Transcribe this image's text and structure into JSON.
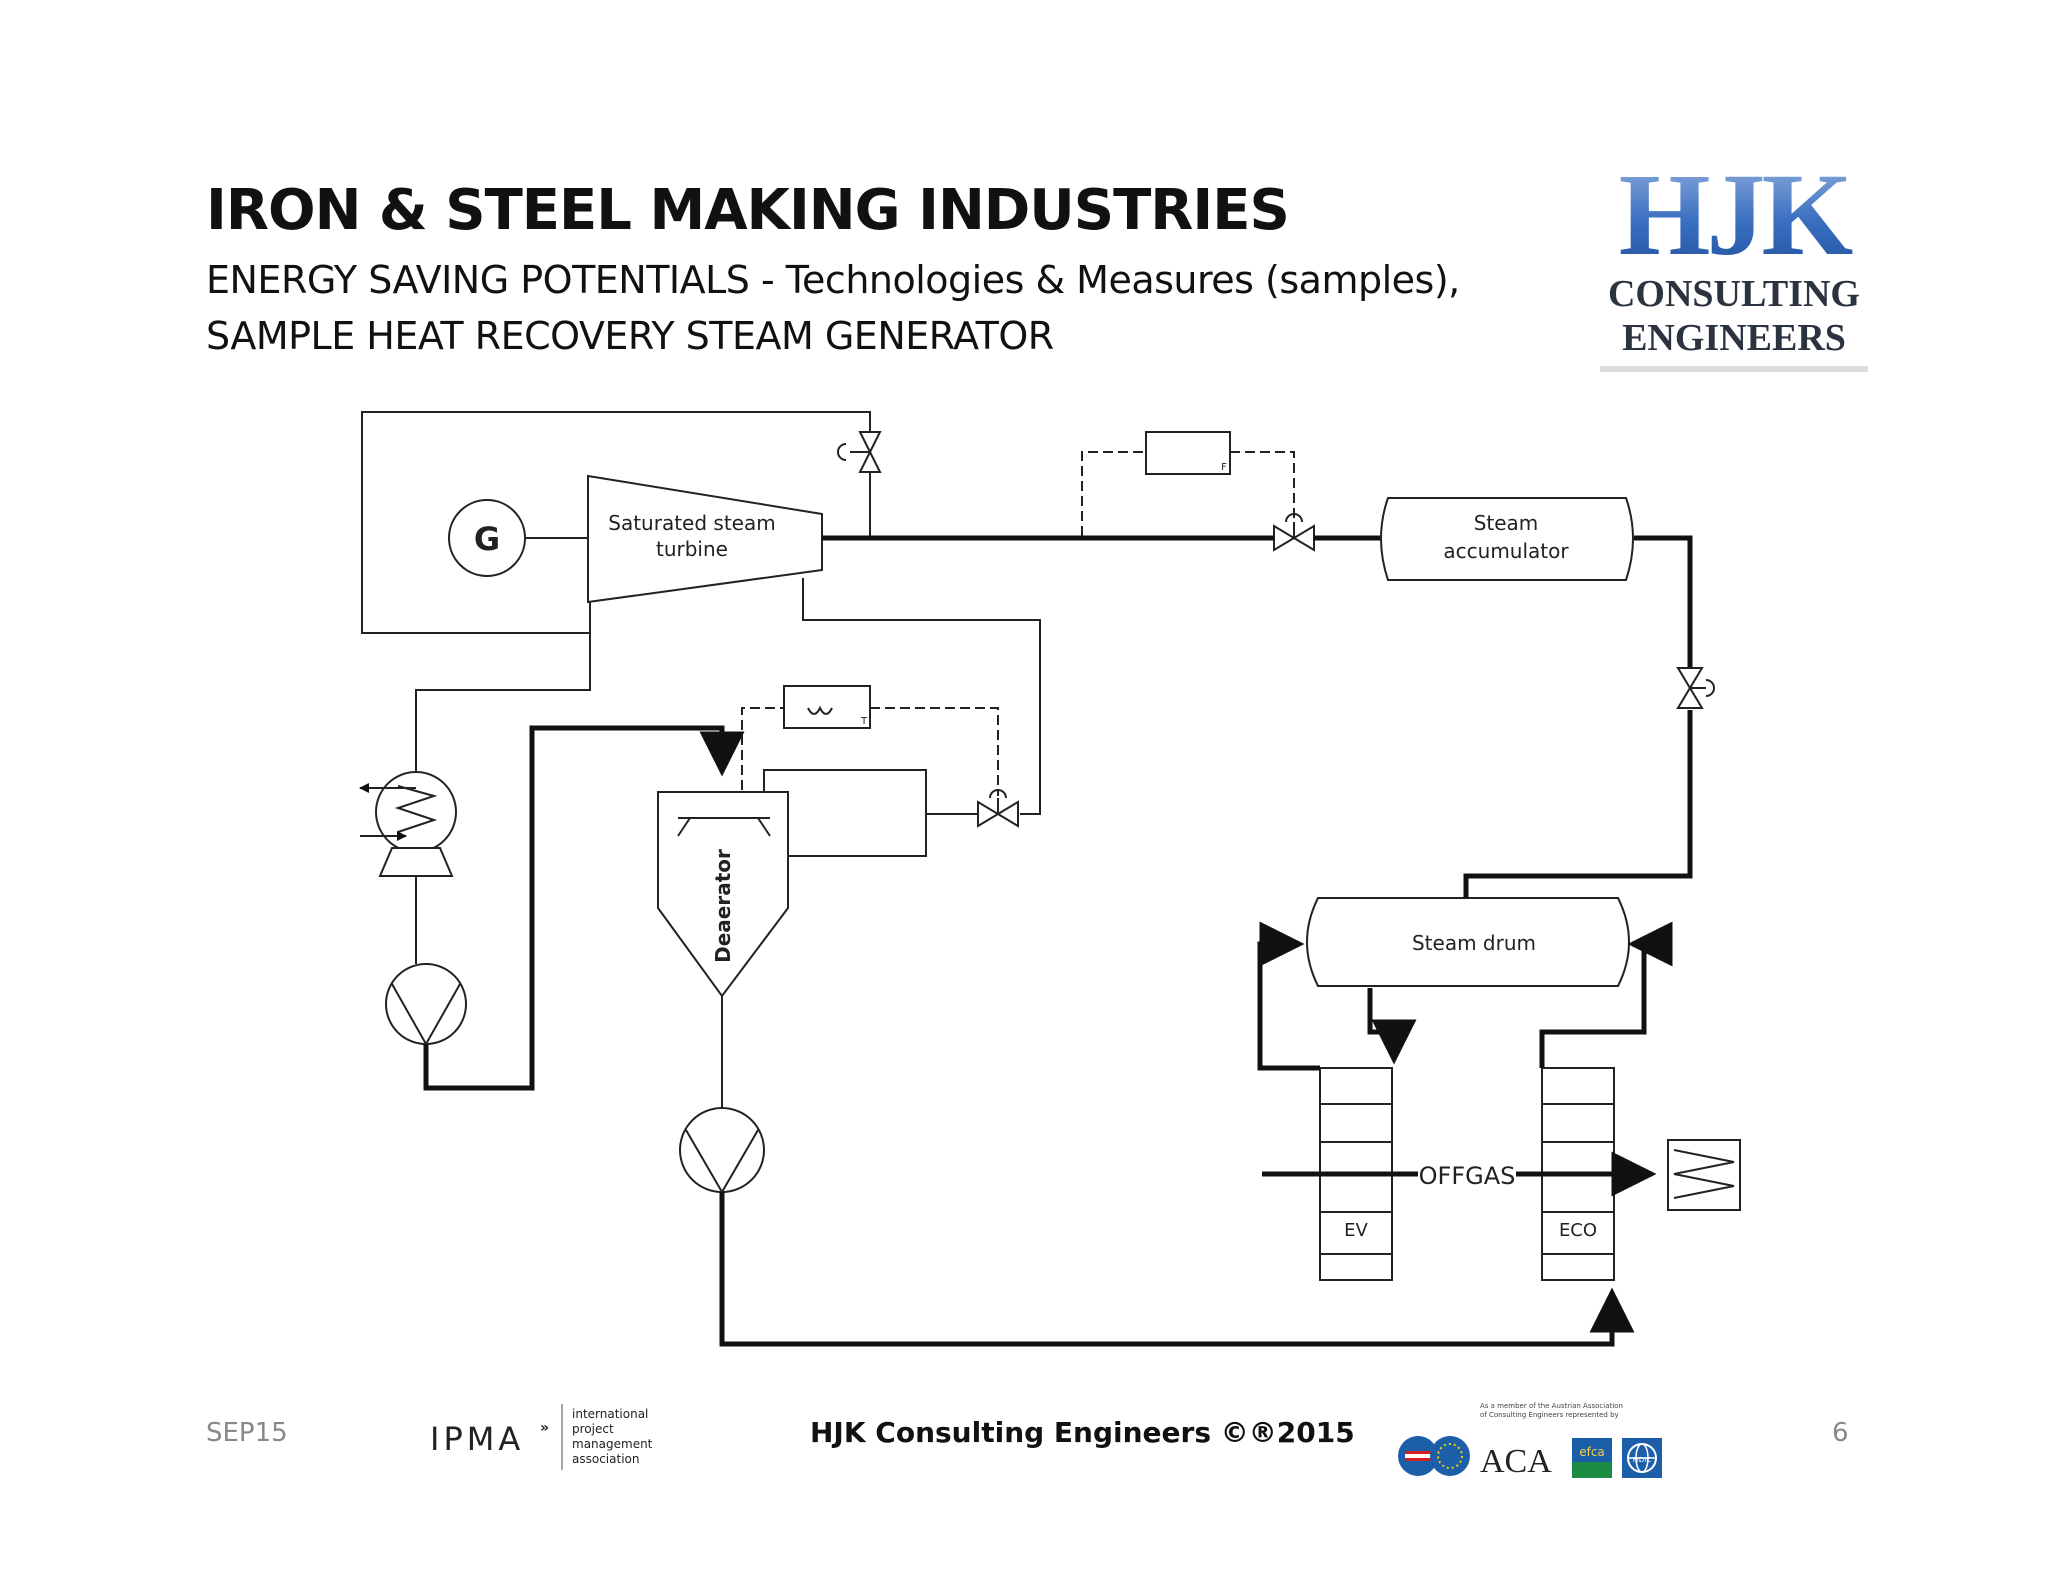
{
  "header": {
    "title": "IRON & STEEL MAKING INDUSTRIES",
    "subtitle_line1": "ENERGY SAVING POTENTIALS - Technologies & Measures (samples),",
    "subtitle_line2": "SAMPLE HEAT RECOVERY STEAM GENERATOR"
  },
  "logo": {
    "letters": "HJK",
    "line1": "CONSULTING",
    "line2": "ENGINEERS",
    "color": "#2f62b0"
  },
  "diagram": {
    "generator_label": "G",
    "turbine_label_line1": "Saturated steam",
    "turbine_label_line2": "turbine",
    "accumulator_label_line1": "Steam",
    "accumulator_label_line2": "accumulator",
    "deaerator_label": "Deaerator",
    "steam_drum_label": "Steam drum",
    "offgas_label": "OFFGAS",
    "ev_label": "EV",
    "eco_label": "ECO",
    "flow_controller_tag": "F",
    "temp_controller_tag": "T"
  },
  "footer": {
    "date": "SEP15",
    "copyright": "HJK Consulting Engineers ©®2015",
    "page_number": "6",
    "ipma_text": "IPMA",
    "ipma_line1": "international",
    "ipma_line2": "project",
    "ipma_line3": "management",
    "ipma_line4": "association",
    "member_line1": "As a member of the Austrian Association",
    "member_line2": "of Consulting Engineers represented by",
    "aca_text": "ACA",
    "efca_text": "efca",
    "fidic_text": "FIDIC"
  }
}
